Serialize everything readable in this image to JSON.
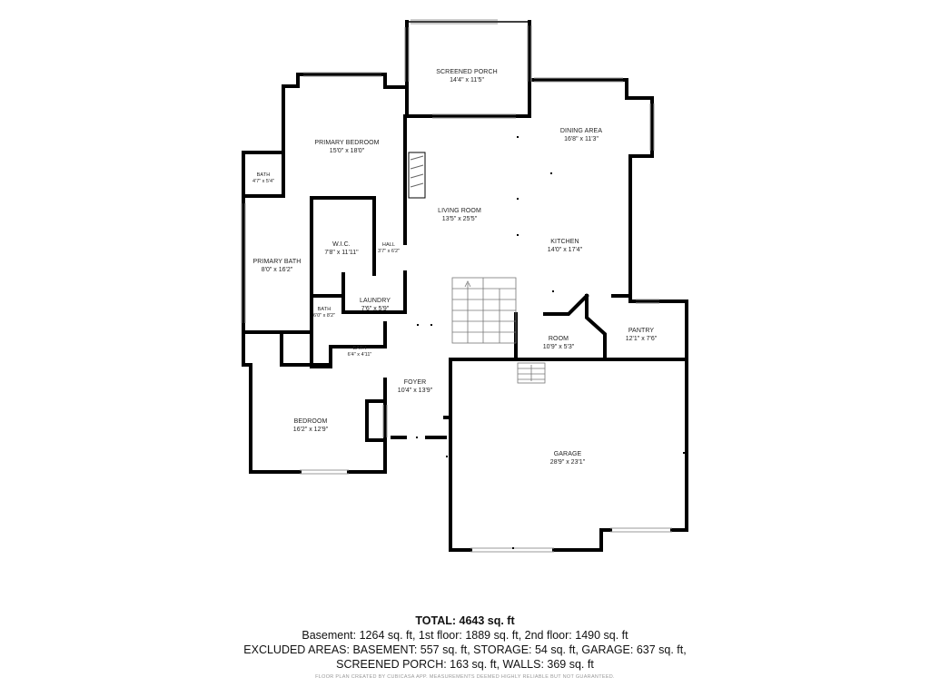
{
  "rooms": {
    "screened_porch": {
      "name": "SCREENED PORCH",
      "dims": "14'4\" x 11'5\""
    },
    "dining_area": {
      "name": "DINING AREA",
      "dims": "16'8\" x 11'3\""
    },
    "primary_bedroom": {
      "name": "PRIMARY BEDROOM",
      "dims": "15'0\" x 18'0\""
    },
    "bath_upper": {
      "name": "BATH",
      "dims": "4'7\" x 5'4\""
    },
    "living_room": {
      "name": "LIVING ROOM",
      "dims": "13'5\" x 25'5\""
    },
    "wic": {
      "name": "W.I.C.",
      "dims": "7'8\" x 11'11\""
    },
    "hall": {
      "name": "HALL",
      "dims": "3'7\" x 6'2\""
    },
    "kitchen": {
      "name": "KITCHEN",
      "dims": "14'0\" x 17'4\""
    },
    "primary_bath": {
      "name": "PRIMARY BATH",
      "dims": "8'0\" x 16'2\""
    },
    "laundry": {
      "name": "LAUNDRY",
      "dims": "7'6\" x 5'9\""
    },
    "bath_small": {
      "name": "BATH",
      "dims": "6'0\" x 8'2\""
    },
    "room": {
      "name": "ROOM",
      "dims": "10'9\" x 5'3\""
    },
    "pantry": {
      "name": "PANTRY",
      "dims": "12'1\" x 7'6\""
    },
    "bath_center": {
      "name": "BATH",
      "dims": "6'4\" x 4'11\""
    },
    "foyer": {
      "name": "FOYER",
      "dims": "10'4\" x 13'9\""
    },
    "bedroom": {
      "name": "BEDROOM",
      "dims": "16'2\" x 12'9\""
    },
    "garage": {
      "name": "GARAGE",
      "dims": "28'9\" x 23'1\""
    }
  },
  "summary": {
    "total": "TOTAL: 4643 sq. ft",
    "line1": "Basement: 1264 sq. ft, 1st floor: 1889 sq. ft, 2nd floor: 1490 sq. ft",
    "line2": "EXCLUDED AREAS: BASEMENT: 557 sq. ft, STORAGE: 54 sq. ft, GARAGE: 637 sq. ft,",
    "line3": "SCREENED PORCH: 163 sq. ft, WALLS: 369 sq. ft"
  },
  "footnote": "FLOOR PLAN CREATED BY CUBICASA APP. MEASUREMENTS DEEMED HIGHLY RELIABLE BUT NOT GUARANTEED.",
  "colors": {
    "wall": "#000000",
    "window": "#9a9a9a",
    "background": "#ffffff"
  }
}
